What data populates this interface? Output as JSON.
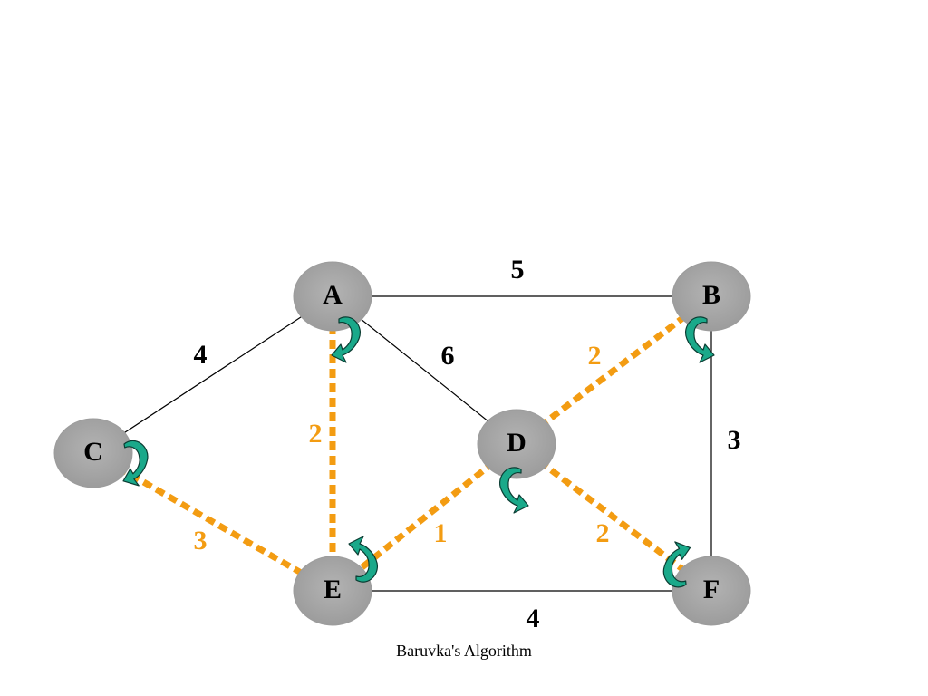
{
  "diagram": {
    "caption": "Baruvka's Algorithm",
    "colors": {
      "node_fill": "#a9a9a9",
      "plain_edge": "#000000",
      "chosen_edge": "#f39c12",
      "arrow_fill": "#1aa98a",
      "arrow_stroke": "#0b3d33"
    },
    "nodes": [
      {
        "id": "A",
        "label": "A"
      },
      {
        "id": "B",
        "label": "B"
      },
      {
        "id": "C",
        "label": "C"
      },
      {
        "id": "D",
        "label": "D"
      },
      {
        "id": "E",
        "label": "E"
      },
      {
        "id": "F",
        "label": "F"
      }
    ],
    "edges": [
      {
        "id": "AB",
        "from": "A",
        "to": "B",
        "weight": "5",
        "chosen": false
      },
      {
        "id": "AC",
        "from": "A",
        "to": "C",
        "weight": "4",
        "chosen": false
      },
      {
        "id": "AD",
        "from": "A",
        "to": "D",
        "weight": "6",
        "chosen": false
      },
      {
        "id": "BF",
        "from": "B",
        "to": "F",
        "weight": "3",
        "chosen": false
      },
      {
        "id": "EF",
        "from": "E",
        "to": "F",
        "weight": "4",
        "chosen": false
      },
      {
        "id": "AE",
        "from": "A",
        "to": "E",
        "weight": "2",
        "chosen": true
      },
      {
        "id": "CE",
        "from": "C",
        "to": "E",
        "weight": "3",
        "chosen": true
      },
      {
        "id": "DE",
        "from": "D",
        "to": "E",
        "weight": "1",
        "chosen": true
      },
      {
        "id": "DB",
        "from": "D",
        "to": "B",
        "weight": "2",
        "chosen": true
      },
      {
        "id": "DF",
        "from": "D",
        "to": "F",
        "weight": "2",
        "chosen": true
      }
    ],
    "selection_arrows": [
      {
        "node": "A",
        "icon": "curved-arrow-icon"
      },
      {
        "node": "B",
        "icon": "curved-arrow-icon"
      },
      {
        "node": "C",
        "icon": "curved-arrow-icon"
      },
      {
        "node": "D",
        "icon": "curved-arrow-icon"
      },
      {
        "node": "E",
        "icon": "curved-arrow-icon"
      },
      {
        "node": "F",
        "icon": "curved-arrow-icon"
      }
    ]
  }
}
